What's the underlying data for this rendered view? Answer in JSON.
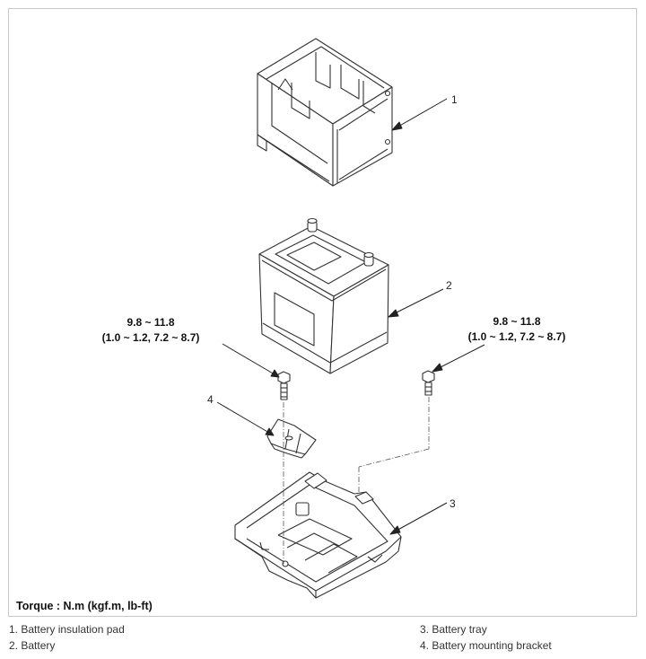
{
  "diagram": {
    "callouts": [
      {
        "number": "1"
      },
      {
        "number": "2"
      },
      {
        "number": "3"
      },
      {
        "number": "4"
      }
    ],
    "torque_left": {
      "line1": "9.8 ~ 11.8",
      "line2": "(1.0 ~ 1.2, 7.2 ~ 8.7)"
    },
    "torque_right": {
      "line1": "9.8 ~ 11.8",
      "line2": "(1.0 ~ 1.2, 7.2 ~ 8.7)"
    },
    "torque_note": "Torque : N.m (kgf.m, lb-ft)"
  },
  "legend": [
    {
      "text": "1. Battery insulation pad"
    },
    {
      "text": "2. Battery"
    },
    {
      "text": "3. Battery tray"
    },
    {
      "text": "4. Battery mounting bracket"
    }
  ],
  "colors": {
    "line": "#333333",
    "border": "#c8c8c8"
  }
}
